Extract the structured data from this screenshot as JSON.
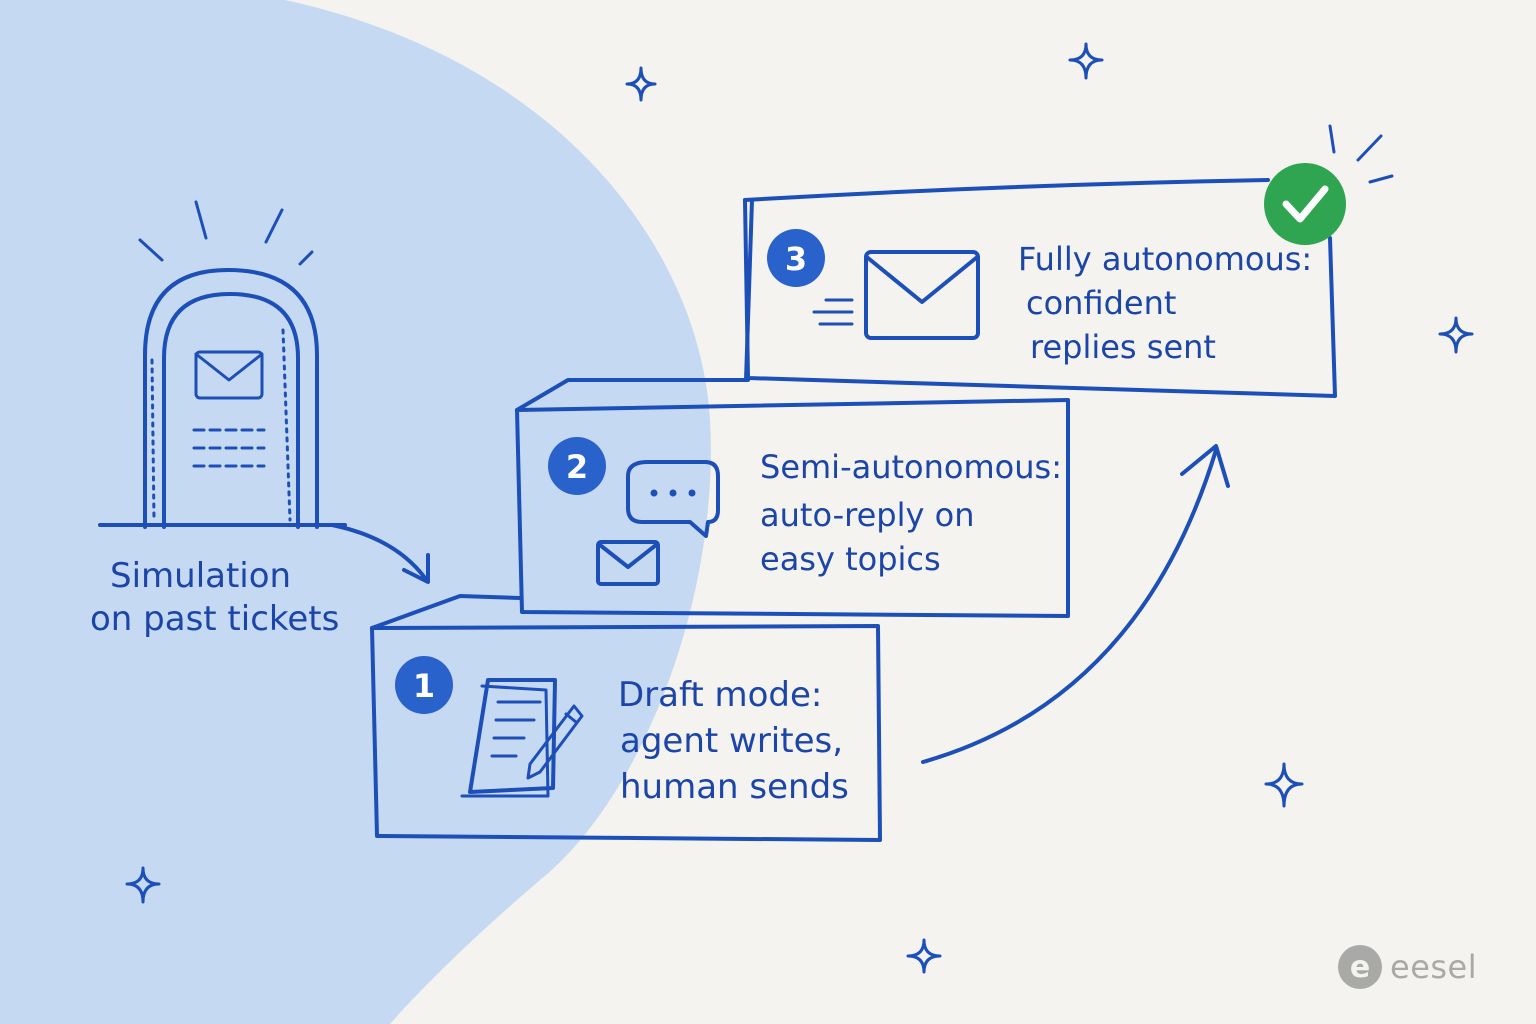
{
  "left_panel": {
    "label_lines": [
      "Simulation",
      "on past tickets"
    ]
  },
  "steps": [
    {
      "number": "1",
      "lines": [
        "Draft mode:",
        "agent writes,",
        "human sends"
      ]
    },
    {
      "number": "2",
      "lines": [
        "Semi-autonomous:",
        "auto-reply on",
        "easy topics"
      ]
    },
    {
      "number": "3",
      "lines": [
        "Fully autonomous:",
        "confident",
        "replies sent"
      ]
    }
  ],
  "brand": {
    "logo_letter": "e",
    "name": "eesel"
  },
  "colors": {
    "background": "#f4f3ef",
    "panel": "#c6d9f2",
    "ink": "#1d4fb8",
    "badge": "#2a62cc",
    "check": "#2fa552",
    "logo": "#a9aaa8"
  },
  "icons": [
    "mail-gate-icon",
    "document-pencil-icon",
    "chat-bubble-icon",
    "envelope-icon",
    "fast-envelope-icon",
    "check-badge-icon",
    "sparkle-icon"
  ]
}
